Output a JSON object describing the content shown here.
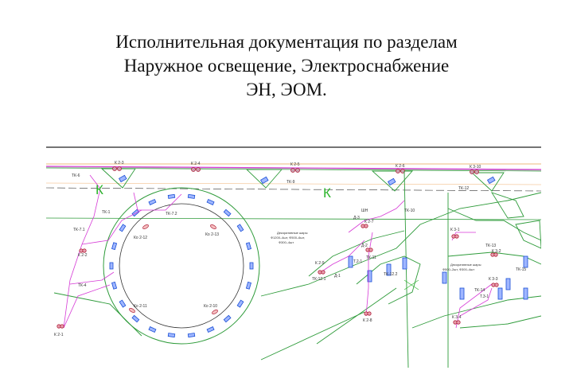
{
  "title": {
    "line1": "Исполнительная документация по разделам",
    "line2": "Наружное освещение, Электроснабжение",
    "line3": "ЭН, ЭОМ."
  },
  "plan": {
    "marks": [
      "К",
      "К"
    ],
    "cable_labels": [
      "ТК-6",
      "ТК-1",
      "ТК-7.1",
      "ТК-4",
      "ТК-7.2",
      "ТК-9",
      "ТК-10",
      "ТК-11",
      "ТК-12",
      "ТК-12.1",
      "ТК-12.2",
      "ТК-13",
      "ТК-14",
      "ТК-15"
    ],
    "pole_labels": [
      "К 2-3",
      "К 2-4",
      "К 2-5",
      "К 2-6",
      "К 3-10",
      "К 2-2",
      "К 2-1",
      "Ко 2-12",
      "Ко 2-13",
      "Ко 2-11",
      "Ко 2-10",
      "Д-3",
      "К 2-7",
      "Д-2",
      "Т.2-1",
      "К 2-9",
      "Д-1",
      "К 2-8",
      "К 3-1",
      "К 3-2",
      "К 3-3",
      "Т.3-1",
      "К 3-4",
      "ШН"
    ],
    "notes": [
      "Декоративные шары",
      "Ф1200–4шт, Ф500–6шт,",
      "Ф300–4шт",
      "Декоративные шары",
      "Ф500–2шт, Ф300–4шт"
    ],
    "colors": {
      "structure": "#2e9b3a",
      "cable": "#d63ad6",
      "fixture": "#1a4fd6",
      "pole": "#b0203a",
      "road": "#e8a050"
    }
  }
}
